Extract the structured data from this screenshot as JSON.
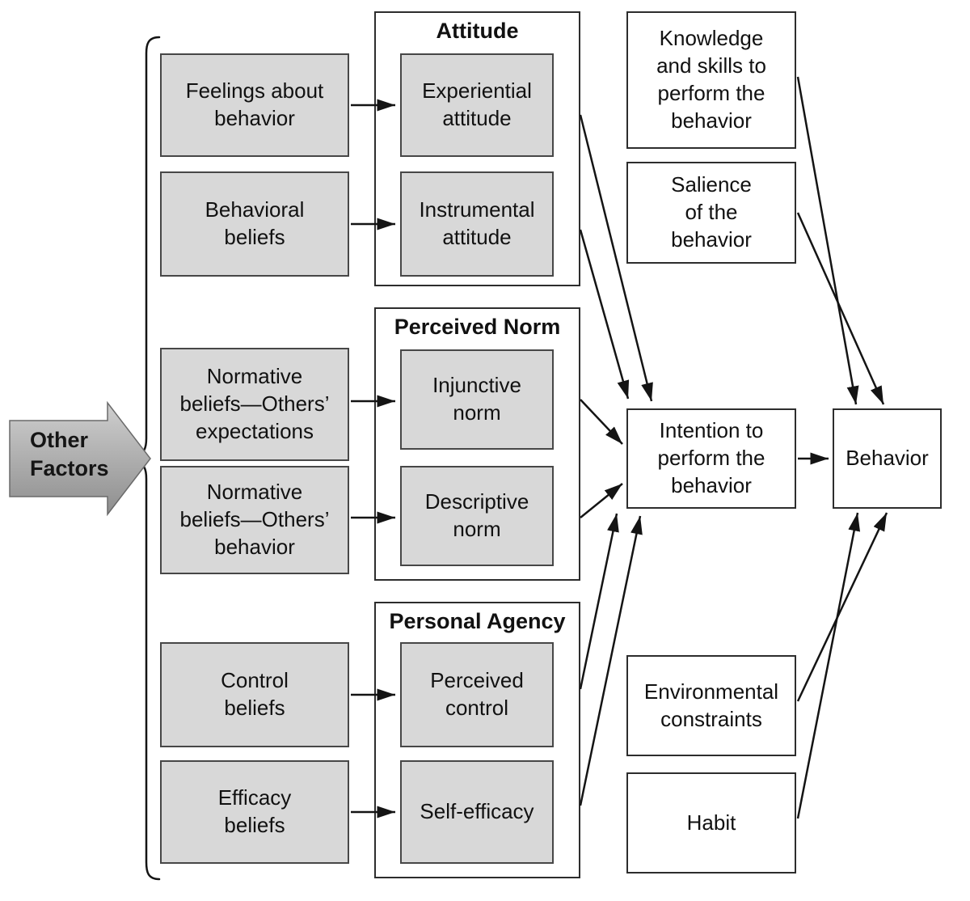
{
  "colors": {
    "background": "#FFFFFF",
    "gray_box_fill": "#D8D8D8",
    "gray_box_border": "#474747",
    "white_box_border": "#2D2D2D",
    "line_color": "#141414",
    "other_factors_fill_top": "#CFCFCF",
    "other_factors_fill_bottom": "#8E8E8E"
  },
  "other_factors": {
    "label": "Other\nFactors"
  },
  "groups": {
    "attitude": {
      "title": "Attitude"
    },
    "perceived_norm": {
      "title": "Perceived Norm"
    },
    "personal_agency": {
      "title": "Personal Agency"
    }
  },
  "boxes": {
    "feelings": {
      "label": "Feelings about\nbehavior"
    },
    "behavioral": {
      "label": "Behavioral\nbeliefs"
    },
    "normative_expectations": {
      "label": "Normative\nbeliefs—Others’\nexpectations"
    },
    "normative_behavior": {
      "label": "Normative\nbeliefs—Others’\nbehavior"
    },
    "control": {
      "label": "Control\nbeliefs"
    },
    "efficacy": {
      "label": "Efficacy\nbeliefs"
    },
    "experiential": {
      "label": "Experiential\nattitude"
    },
    "instrumental": {
      "label": "Instrumental\nattitude"
    },
    "injunctive": {
      "label": "Injunctive\nnorm"
    },
    "descriptive": {
      "label": "Descriptive\nnorm"
    },
    "perceived_control": {
      "label": "Perceived\ncontrol"
    },
    "self_efficacy": {
      "label": "Self-efficacy"
    },
    "knowledge": {
      "label": "Knowledge\nand skills to\nperform the\nbehavior"
    },
    "salience": {
      "label": "Salience\nof the\nbehavior"
    },
    "intention": {
      "label": "Intention to\nperform the\nbehavior"
    },
    "environmental": {
      "label": "Environmental\nconstraints"
    },
    "habit": {
      "label": "Habit"
    },
    "behavior": {
      "label": "Behavior"
    }
  }
}
